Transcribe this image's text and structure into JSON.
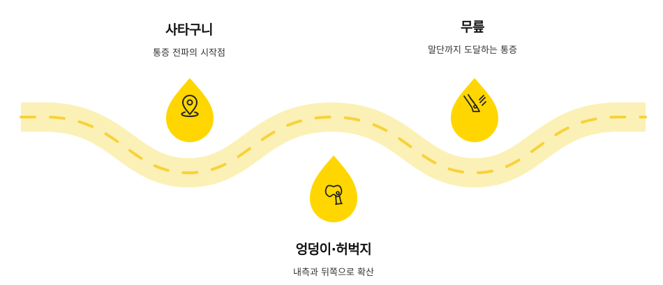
{
  "colors": {
    "road": "#FBF1B6",
    "dash": "#F7D23A",
    "marker": "#FFD600",
    "icon": "#222222"
  },
  "stages": [
    {
      "title": "사타구니",
      "desc": "통증 전파의 시작점",
      "icon": "location-pin-icon"
    },
    {
      "title": "엉덩이·허벅지",
      "desc": "내측과 뒤쪽으로 확산",
      "icon": "pelvis-hip-icon"
    },
    {
      "title": "무릎",
      "desc": "말단까지 도달하는 통증",
      "icon": "leg-knee-icon"
    }
  ]
}
